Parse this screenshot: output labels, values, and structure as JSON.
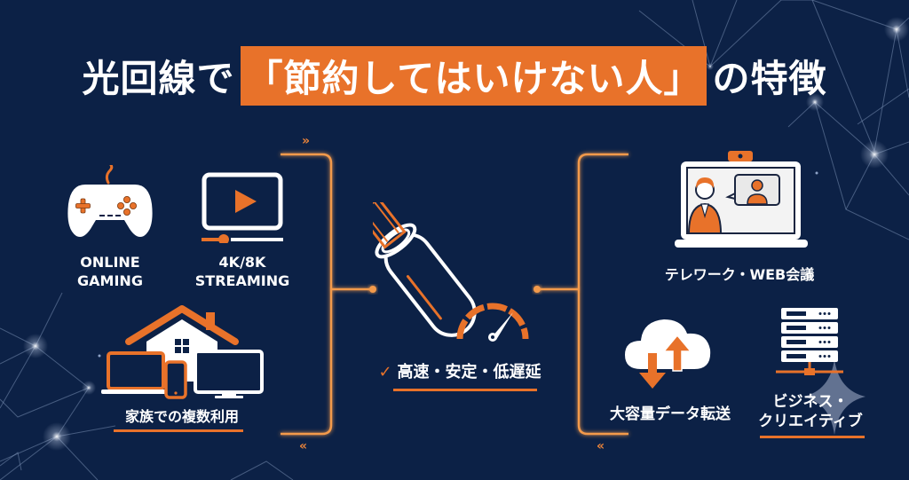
{
  "title": {
    "prefix": "光回線で",
    "highlight": "「節約してはいけない人」",
    "suffix": "の特徴"
  },
  "left_items": [
    {
      "id": "online-gaming",
      "line1": "ONLINE",
      "line2": "GAMING",
      "icon": "gamepad-icon"
    },
    {
      "id": "streaming",
      "line1": "4K/8K",
      "line2": "STREAMING",
      "icon": "video-play-icon"
    },
    {
      "id": "family",
      "label": "家族での複数利用",
      "icon": "house-devices-icon"
    }
  ],
  "center": {
    "icon": "fiber-cable-icon",
    "gauge_icon": "speedometer-icon",
    "check": "✓",
    "label": "高速・安定・低遅延"
  },
  "right_items": [
    {
      "id": "telework",
      "label": "テレワーク・WEB会議",
      "icon": "video-conference-icon"
    },
    {
      "id": "data-transfer",
      "label": "大容量データ転送",
      "icon": "cloud-transfer-icon"
    },
    {
      "id": "business",
      "line1": "ビジネス・",
      "line2": "クリエイティブ",
      "icon": "server-icon"
    }
  ],
  "decor": {
    "chev_right": "»",
    "chev_left": "«"
  },
  "colors": {
    "background": "#0c2146",
    "accent": "#e8722a",
    "text": "#ffffff"
  }
}
